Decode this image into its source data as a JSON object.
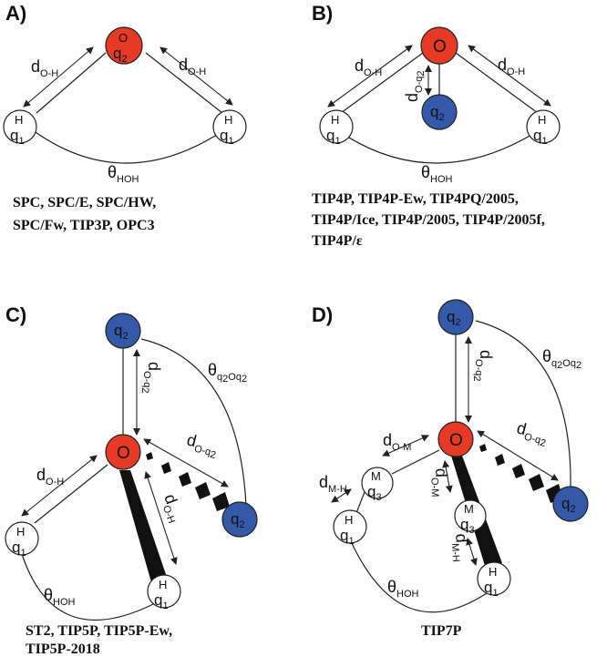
{
  "colors": {
    "oxygen": "#e63a24",
    "charge": "#3459a8",
    "hydrogen": "#ffffff",
    "line": "#222222"
  },
  "panels": {
    "a": {
      "label": "A)",
      "atoms": {
        "o_top": "O",
        "o_bot": "q",
        "o_sub": "2",
        "h": "H",
        "hq": "q",
        "hq_sub": "1"
      },
      "d_oh": {
        "d": "d",
        "sub": "O-H"
      },
      "theta": {
        "t": "θ",
        "sub": "HOH"
      },
      "models": [
        "SPC, SPC/E, SPC/HW,",
        "SPC/Fw, TIP3P, OPC3"
      ]
    },
    "b": {
      "label": "B)",
      "atoms": {
        "o": "O",
        "q2": "q",
        "q2_sub": "2",
        "h": "H",
        "hq": "q",
        "hq_sub": "1"
      },
      "d_oh": {
        "d": "d",
        "sub": "O-H"
      },
      "d_oq": {
        "d": "d",
        "sub": "O-q",
        "sub2": "2"
      },
      "theta": {
        "t": "θ",
        "sub": "HOH"
      },
      "models": [
        "TIP4P, TIP4P-Ew, TIP4PQ/2005,",
        "TIP4P/Ice, TIP4P/2005, TIP4P/2005f,",
        "TIP4P/ε"
      ]
    },
    "c": {
      "label": "C)",
      "atoms": {
        "o": "O",
        "q2": "q",
        "q2_sub": "2",
        "h": "H",
        "hq": "q",
        "hq_sub": "1"
      },
      "d_oh": {
        "d": "d",
        "sub": "O-H"
      },
      "d_oq": {
        "d": "d",
        "sub": "O-q",
        "sub2": "2"
      },
      "theta_hoh": {
        "t": "θ",
        "sub": "HOH"
      },
      "theta_qoq": {
        "t": "θ",
        "sub": "q",
        "sub2": "2",
        "sub3": "Oq",
        "sub4": "2"
      },
      "models": [
        "ST2, TIP5P, TIP5P-Ew,",
        "TIP5P-2018"
      ]
    },
    "d": {
      "label": "D)",
      "atoms": {
        "o": "O",
        "q2": "q",
        "q2_sub": "2",
        "h": "H",
        "hq": "q",
        "hq_sub": "1",
        "m": "M",
        "mq": "q",
        "mq_sub": "3"
      },
      "d_oq": {
        "d": "d",
        "sub": "O-q",
        "sub2": "2"
      },
      "d_om": {
        "d": "d",
        "sub": "O-M"
      },
      "d_mh": {
        "d": "d",
        "sub": "M-H"
      },
      "theta_hoh": {
        "t": "θ",
        "sub": "HOH"
      },
      "theta_qoq": {
        "t": "θ",
        "sub": "q",
        "sub2": "2",
        "sub3": "Oq",
        "sub4": "2"
      },
      "models": [
        "TIP7P"
      ]
    }
  }
}
